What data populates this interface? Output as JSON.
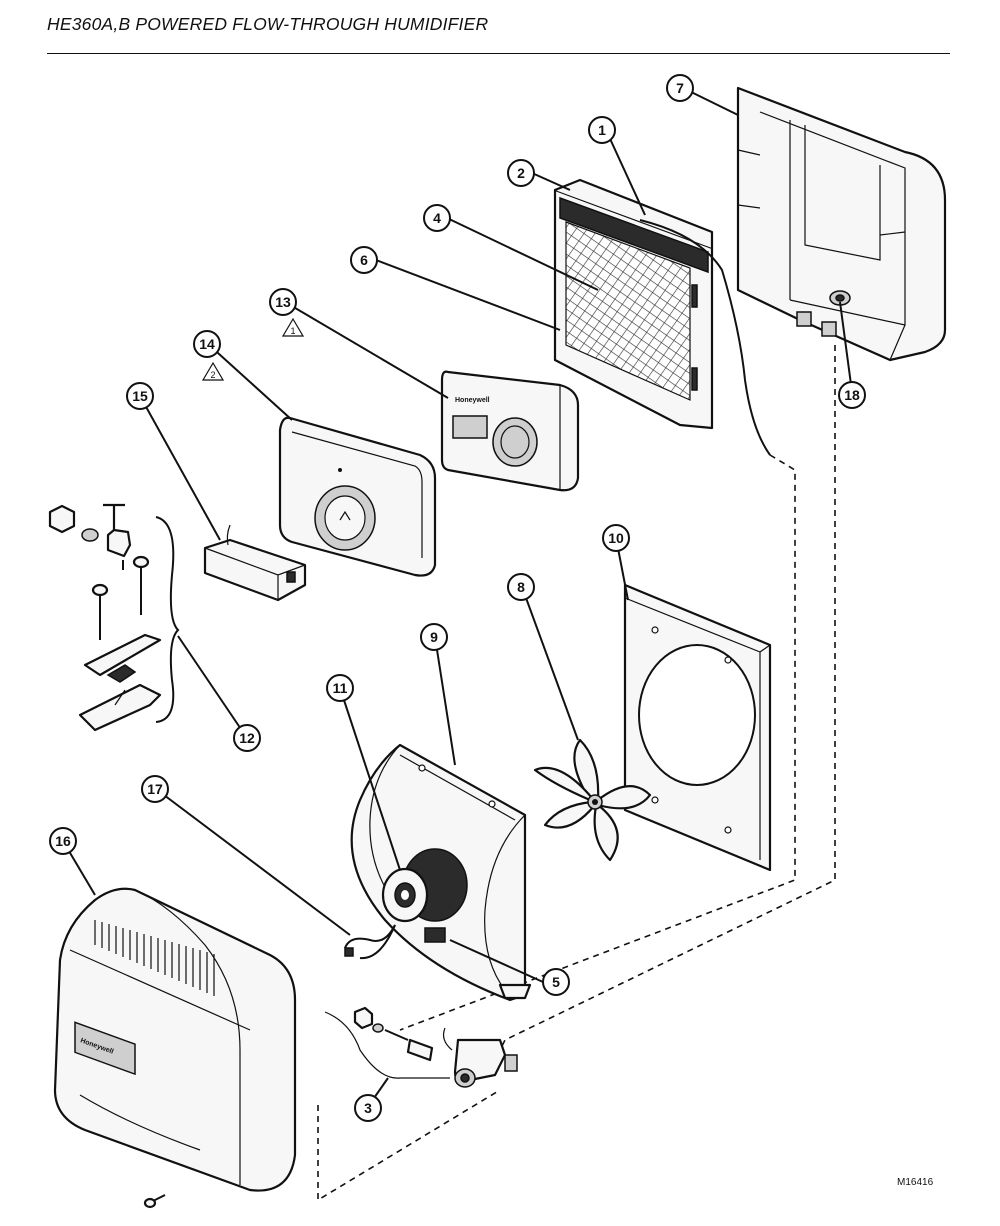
{
  "title": "HE360A,B POWERED FLOW-THROUGH HUMIDIFIER",
  "figure_ref": "M16416",
  "brand_label": "Honeywell",
  "callouts": [
    "1",
    "2",
    "3",
    "4",
    "5",
    "6",
    "7",
    "8",
    "9",
    "10",
    "11",
    "12",
    "13",
    "14",
    "15",
    "16",
    "17",
    "18"
  ],
  "notes": [
    "1",
    "2"
  ]
}
